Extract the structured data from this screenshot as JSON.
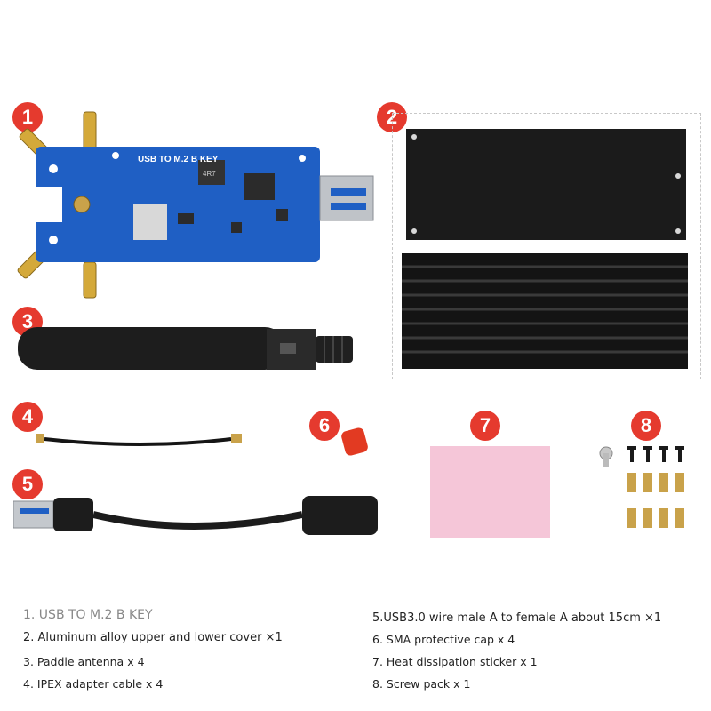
{
  "badge_color": "#e53a2e",
  "items": [
    {
      "number": "1",
      "icon": "usb-m2-adapter-board"
    },
    {
      "number": "2",
      "icon": "aluminum-cover-heatsink"
    },
    {
      "number": "3",
      "icon": "paddle-antenna"
    },
    {
      "number": "4",
      "icon": "ipex-cable"
    },
    {
      "number": "5",
      "icon": "usb-extension-cable"
    },
    {
      "number": "6",
      "icon": "sma-cap"
    },
    {
      "number": "7",
      "icon": "thermal-pad"
    },
    {
      "number": "8",
      "icon": "screw-pack"
    }
  ],
  "board_label": "USB TO M.2 B KEY",
  "inductor_label": "4R7",
  "list": {
    "l1": "1.  USB TO M.2 B KEY",
    "l2": "2. Aluminum alloy upper and lower cover ×1",
    "l3": "3. Paddle antenna x 4",
    "l4": "4. IPEX adapter cable x 4",
    "r1": "5.USB3.0 wire male A to female A about 15cm ×1",
    "r2": "6. SMA protective cap x 4",
    "r3": "7. Heat dissipation sticker x 1",
    "r4": "8. Screw pack x 1"
  },
  "colors": {
    "board": "#1f5fc4",
    "metal": "#1b1b1b",
    "pad": "#f5c6d8",
    "brass": "#c9a24a"
  }
}
